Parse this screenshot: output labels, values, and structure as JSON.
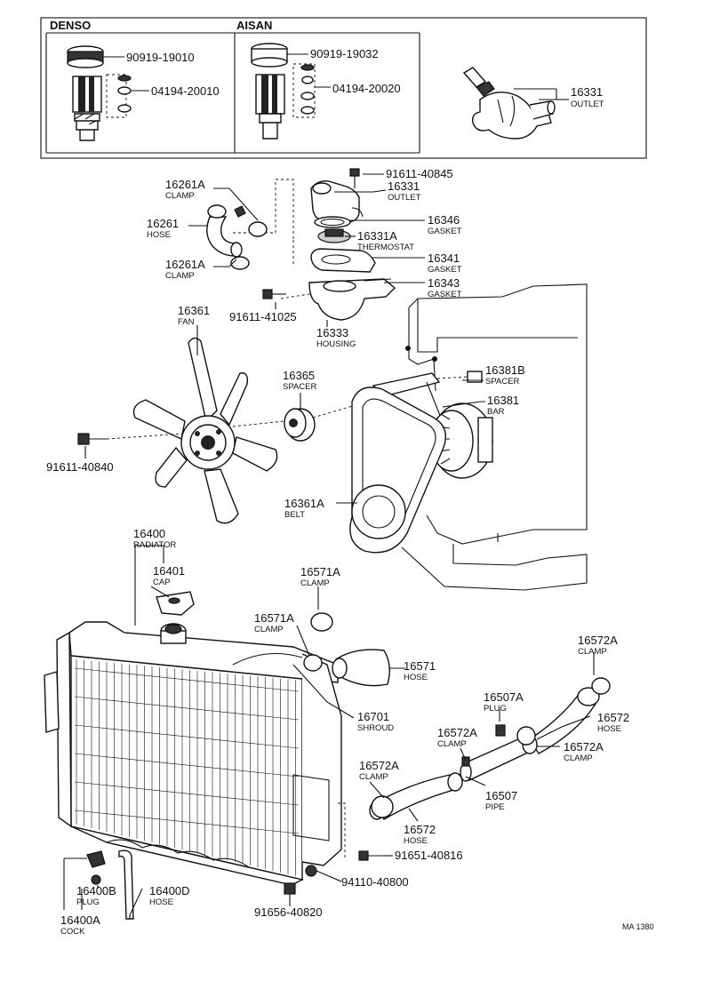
{
  "header": {
    "denso": "DENSO",
    "aisan": "AISAN",
    "denso_cap_part": "90919-19010",
    "denso_valve_part": "04194-20010",
    "aisan_cap_part": "90919-19032",
    "aisan_valve_part": "04194-20020",
    "outlet_part": "16331",
    "outlet_name": "OUTLET"
  },
  "callouts": [
    {
      "key": "clamp_a_top",
      "num": "16261A",
      "name": "CLAMP"
    },
    {
      "key": "hose_16261",
      "num": "16261",
      "name": "HOSE"
    },
    {
      "key": "clamp_a_bot",
      "num": "16261A",
      "name": "CLAMP"
    },
    {
      "key": "bolt_40845",
      "num": "91611-40845",
      "name": ""
    },
    {
      "key": "outlet",
      "num": "16331",
      "name": "OUTLET"
    },
    {
      "key": "gasket_16346",
      "num": "16346",
      "name": "GASKET"
    },
    {
      "key": "thermostat",
      "num": "16331A",
      "name": "THERMOSTAT"
    },
    {
      "key": "gasket_16341",
      "num": "16341",
      "name": "GASKET"
    },
    {
      "key": "gasket_16343",
      "num": "16343",
      "name": "GASKET"
    },
    {
      "key": "bolt_41025",
      "num": "91611-41025",
      "name": ""
    },
    {
      "key": "housing",
      "num": "16333",
      "name": "HOUSING"
    },
    {
      "key": "fan",
      "num": "16361",
      "name": "FAN"
    },
    {
      "key": "spacer_16365",
      "num": "16365",
      "name": "SPACER"
    },
    {
      "key": "spacer_16381b",
      "num": "16381B",
      "name": "SPACER"
    },
    {
      "key": "bar",
      "num": "16381",
      "name": "BAR"
    },
    {
      "key": "bolt_40840",
      "num": "91611-40840",
      "name": ""
    },
    {
      "key": "belt",
      "num": "16361A",
      "name": "BELT"
    },
    {
      "key": "radiator",
      "num": "16400",
      "name": "RADIATOR"
    },
    {
      "key": "cap",
      "num": "16401",
      "name": "CAP"
    },
    {
      "key": "clamp_16571a_top",
      "num": "16571A",
      "name": "CLAMP"
    },
    {
      "key": "clamp_16571a",
      "num": "16571A",
      "name": "CLAMP"
    },
    {
      "key": "hose_16571",
      "num": "16571",
      "name": "HOSE"
    },
    {
      "key": "shroud",
      "num": "16701",
      "name": "SHROUD"
    },
    {
      "key": "clamp_16572a_top",
      "num": "16572A",
      "name": "CLAMP"
    },
    {
      "key": "plug_16507a",
      "num": "16507A",
      "name": "PLUG"
    },
    {
      "key": "hose_16572_right",
      "num": "16572",
      "name": "HOSE"
    },
    {
      "key": "clamp_16572a_mid",
      "num": "16572A",
      "name": "CLAMP"
    },
    {
      "key": "clamp_16572a_right",
      "num": "16572A",
      "name": "CLAMP"
    },
    {
      "key": "clamp_16572a_left",
      "num": "16572A",
      "name": "CLAMP"
    },
    {
      "key": "pipe",
      "num": "16507",
      "name": "PIPE"
    },
    {
      "key": "hose_16572_bottom",
      "num": "16572",
      "name": "HOSE"
    },
    {
      "key": "bolt_40816",
      "num": "91651-40816",
      "name": ""
    },
    {
      "key": "nut_40800",
      "num": "94110-40800",
      "name": ""
    },
    {
      "key": "bolt_40820",
      "num": "91656-40820",
      "name": ""
    },
    {
      "key": "plug_16400b",
      "num": "16400B",
      "name": "PLUG"
    },
    {
      "key": "hose_16400d",
      "num": "16400D",
      "name": "HOSE"
    },
    {
      "key": "cock",
      "num": "16400A",
      "name": "COCK"
    }
  ],
  "footer": {
    "code": "MA 1380"
  }
}
